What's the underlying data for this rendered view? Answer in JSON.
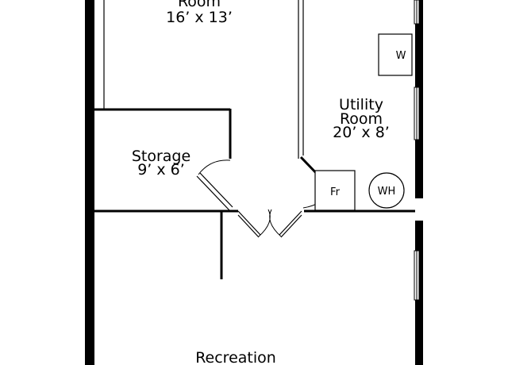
{
  "rooms": {
    "top_room": {
      "name": "Room",
      "size": "16’ x 13’"
    },
    "utility": {
      "name_line1": "Utility",
      "name_line2": "Room",
      "size": "20’ x 8’"
    },
    "storage": {
      "name": "Storage",
      "size": "9’ x 6’"
    },
    "recreation": {
      "name": "Recreation"
    }
  },
  "fixtures": {
    "washer": "W",
    "furnace": "Fr",
    "water_heater": "WH"
  },
  "colors": {
    "wall": "#000000",
    "background": "#ffffff"
  }
}
